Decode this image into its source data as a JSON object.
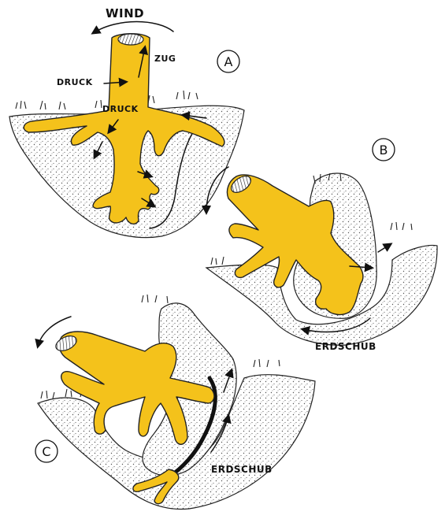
{
  "labels": {
    "wind": "WIND",
    "zug": "ZUG",
    "druck_upper": "DRUCK",
    "druck_lower": "DRUCK",
    "panel_a": "A",
    "panel_b": "B",
    "panel_c": "C",
    "erdschub_b": "ERDSCHUB",
    "erdschub_c": "ERDSCHUB"
  },
  "colors": {
    "root": "#f4c21b",
    "soil_dots": "#555555",
    "ink": "#111111"
  }
}
